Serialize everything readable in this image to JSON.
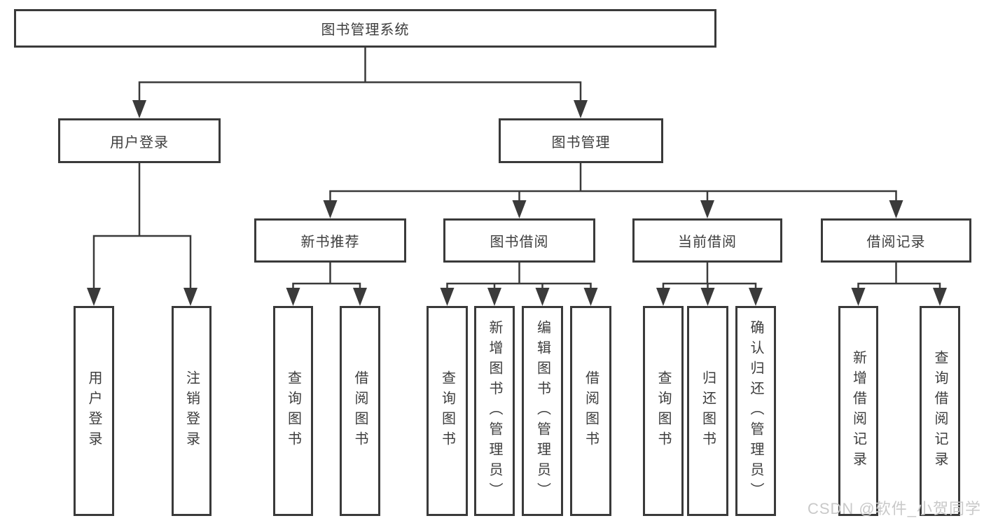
{
  "colors": {
    "line": "#3a3a3a",
    "box_border": "#3a3a3a",
    "text": "#3d3d3d",
    "watermark": "#c9c9c9",
    "background": "#ffffff"
  },
  "watermark": {
    "text": "CSDN @软件_小贺同学"
  },
  "tree": {
    "label": "图书管理系统",
    "children": [
      {
        "label": "用户登录",
        "children": [
          {
            "label": "用户登录"
          },
          {
            "label": "注销登录"
          }
        ]
      },
      {
        "label": "图书管理",
        "children": [
          {
            "label": "新书推荐",
            "children": [
              {
                "label": "查询图书"
              },
              {
                "label": "借阅图书"
              }
            ]
          },
          {
            "label": "图书借阅",
            "children": [
              {
                "label": "查询图书"
              },
              {
                "label": "新增图书（管理员）"
              },
              {
                "label": "编辑图书（管理员）"
              },
              {
                "label": "借阅图书"
              }
            ]
          },
          {
            "label": "当前借阅",
            "children": [
              {
                "label": "查询图书"
              },
              {
                "label": "归还图书"
              },
              {
                "label": "确认归还（管理员）"
              }
            ]
          },
          {
            "label": "借阅记录",
            "children": [
              {
                "label": "新增借阅记录"
              },
              {
                "label": "查询借阅记录"
              }
            ]
          }
        ]
      }
    ]
  }
}
